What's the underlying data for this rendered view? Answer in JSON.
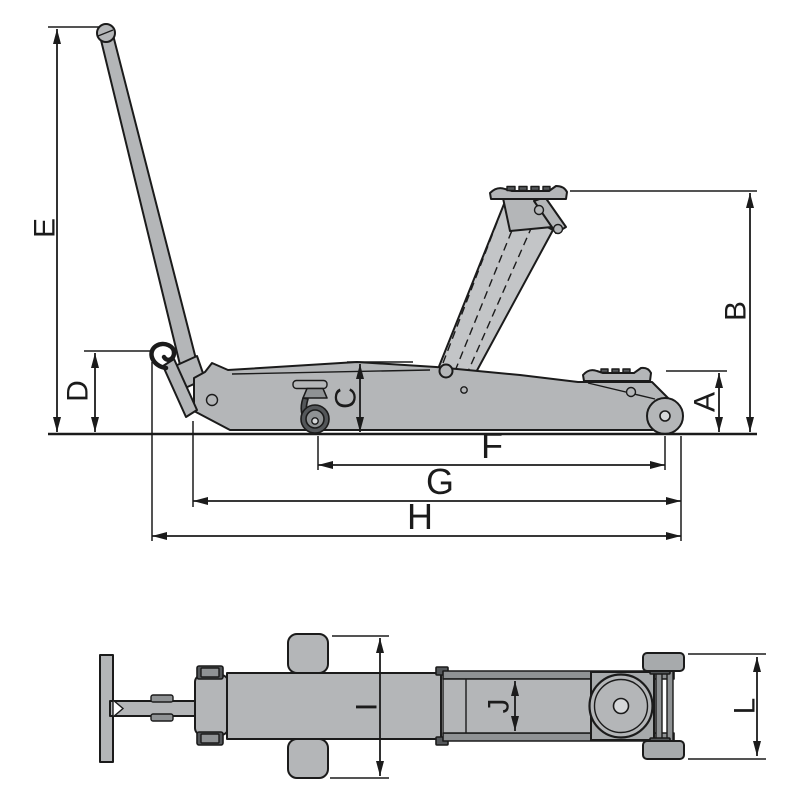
{
  "diagram": {
    "kind": "technical-dimension-drawing",
    "views": [
      {
        "id": "side-view",
        "dimension_labels": [
          "E",
          "D",
          "C",
          "B",
          "A",
          "F",
          "G",
          "H"
        ]
      },
      {
        "id": "top-view",
        "dimension_labels": [
          "I",
          "J",
          "L"
        ]
      }
    ]
  },
  "labels": {
    "a": "A",
    "b": "B",
    "c": "C",
    "d": "D",
    "e": "E",
    "f": "F",
    "g": "G",
    "h": "H",
    "i": "I",
    "j": "J",
    "l": "L"
  },
  "colors": {
    "line": "#1b1b1b",
    "body-fill": "#b4b6b8",
    "body-light": "#c3c5c7",
    "mid-fill": "#8f9294",
    "dark-fill": "#54575a",
    "hub-fill": "#d6d8da",
    "frame-fill": "#a7aaac",
    "background": "#ffffff"
  }
}
